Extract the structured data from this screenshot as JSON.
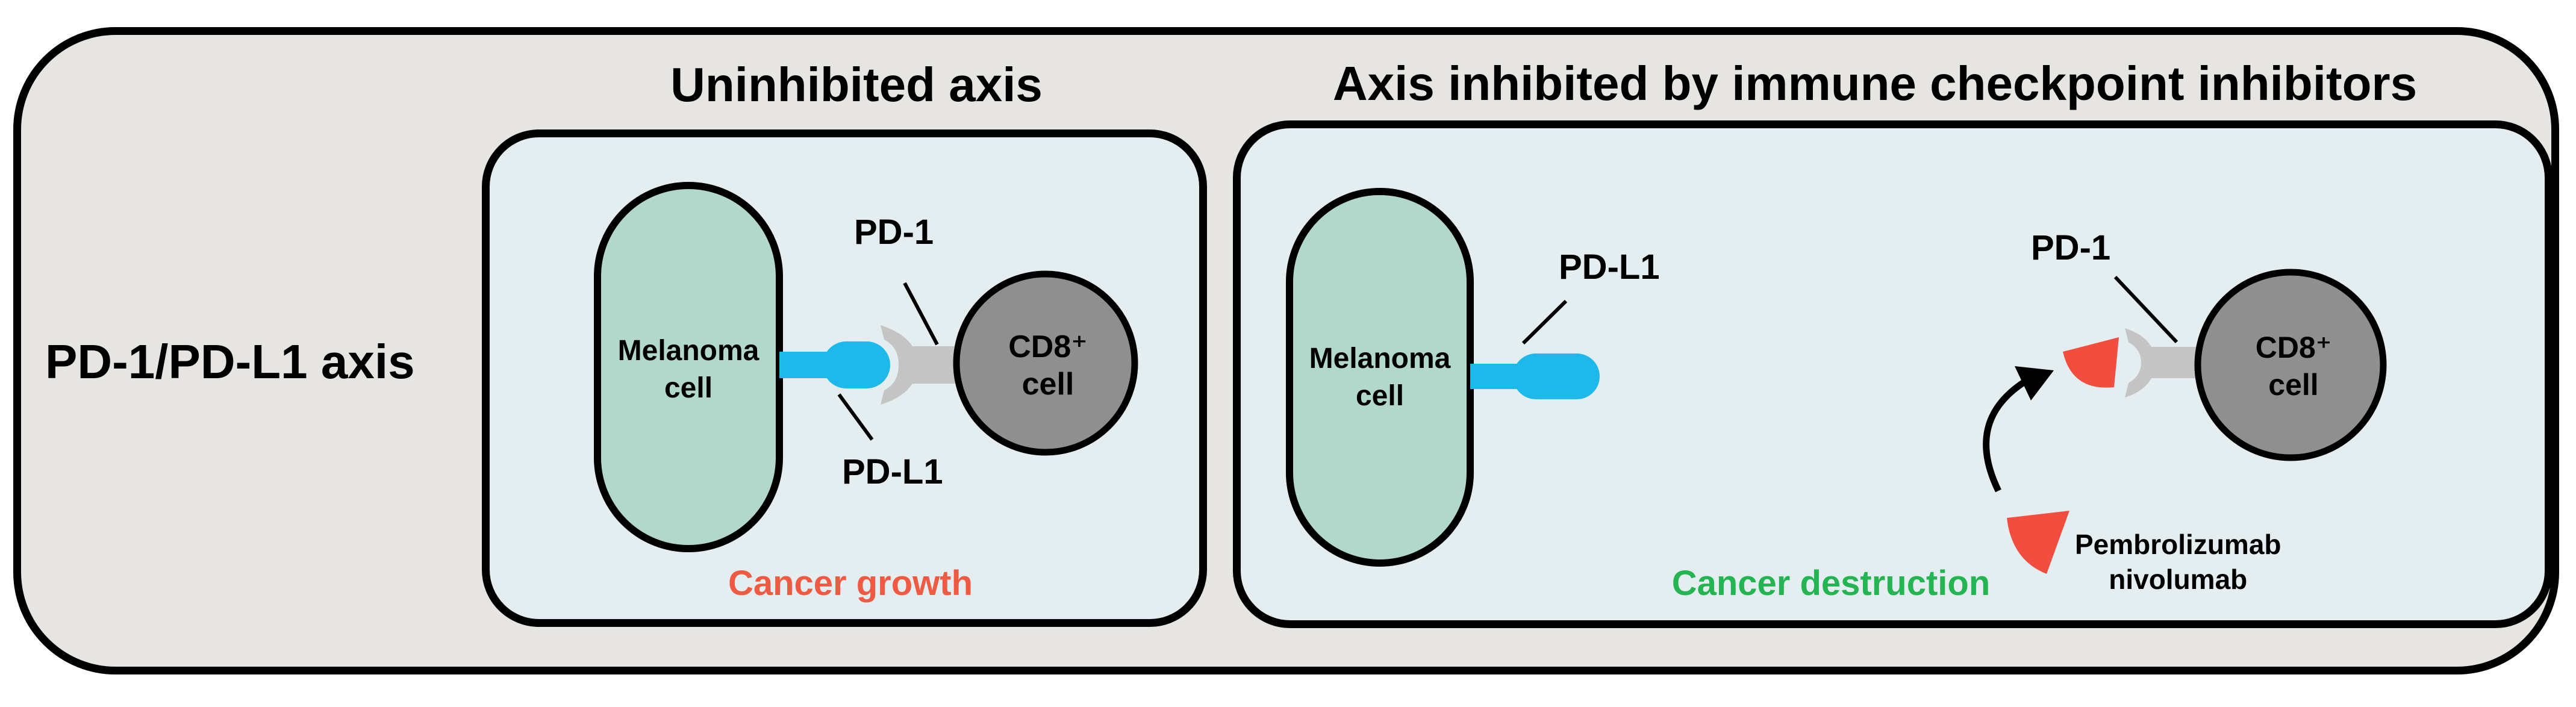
{
  "axis_label": "PD-1/PD-L1 axis",
  "left_panel": {
    "heading": "Uninhibited axis",
    "pd1_label": "PD-1",
    "pdl1_label": "PD-L1",
    "melanoma_line1": "Melanoma",
    "melanoma_line2": "cell",
    "cd8_line1": "CD8⁺",
    "cd8_line2": "cell",
    "outcome": "Cancer growth"
  },
  "right_panel": {
    "heading": "Axis inhibited by immune checkpoint inhibitors",
    "pdl1_label": "PD-L1",
    "pd1_label": "PD-1",
    "melanoma_line1": "Melanoma",
    "melanoma_line2": "cell",
    "cd8_line1": "CD8⁺",
    "cd8_line2": "cell",
    "drug_line1": "Pembrolizumab",
    "drug_line2": "nivolumab",
    "outcome": "Cancer destruction"
  },
  "colors": {
    "panel_outer": "#e7e5e2",
    "panel_inner": "#e4eef1",
    "melanoma_cell": "#b2d8cc",
    "cd8_cell": "#8f8f8f",
    "pdl1": "#1cb9ea",
    "pd1": "#c4c4c4",
    "antibody": "#f24e3f",
    "growth_text": "#ee5a42",
    "destruction_text": "#24b552"
  }
}
